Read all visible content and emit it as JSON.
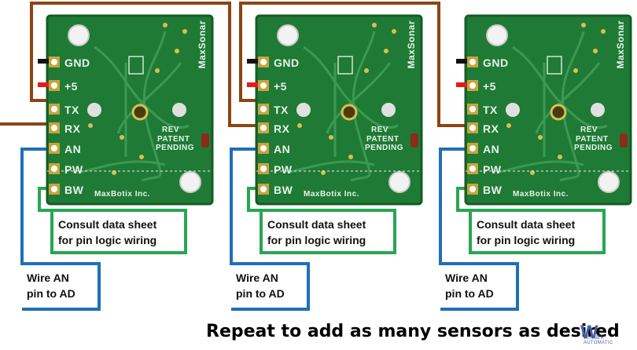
{
  "sensors": [
    {
      "pins": [
        "GND",
        "+5",
        "TX",
        "RX",
        "AN",
        "PW",
        "BW"
      ],
      "brand_vertical": "MaxSonar",
      "revision": "REV",
      "patent_line1": "PATENT",
      "patent_line2": "PENDING",
      "brand_bottom": "MaxBotix Inc.",
      "logic_note_line1": "Consult data sheet",
      "logic_note_line2": "for pin logic wiring",
      "an_note_line1": "Wire AN",
      "an_note_line2": "pin to AD"
    },
    {
      "pins": [
        "GND",
        "+5",
        "TX",
        "RX",
        "AN",
        "PW",
        "BW"
      ],
      "brand_vertical": "MaxSonar",
      "revision": "REV",
      "patent_line1": "PATENT",
      "patent_line2": "PENDING",
      "brand_bottom": "MaxBotix Inc.",
      "logic_note_line1": "Consult data sheet",
      "logic_note_line2": "for pin logic wiring",
      "an_note_line1": "Wire AN",
      "an_note_line2": "pin to AD"
    },
    {
      "pins": [
        "GND",
        "+5",
        "TX",
        "RX",
        "AN",
        "PW",
        "BW"
      ],
      "brand_vertical": "MaxSonar",
      "revision": "REV",
      "patent_line1": "PATENT",
      "patent_line2": "PENDING",
      "brand_bottom": "MaxBotix Inc.",
      "logic_note_line1": "Consult data sheet",
      "logic_note_line2": "for pin logic wiring",
      "an_note_line1": "Wire AN",
      "an_note_line2": "pin to AD"
    }
  ],
  "footer_text": "Repeat to add as many sensors as desired",
  "watermark_logo": "W",
  "watermark_logo_sub": "WINNER AUTOMATIC",
  "colors": {
    "pcb": "#1f7a35",
    "pcb_dark": "#145c27",
    "trace": "#3b9a52",
    "brown_wire": "#8b4513",
    "blue_wire": "#1f6fb8",
    "green_box": "#27a653",
    "red_wire": "#e51b1b",
    "black_wire": "#111111"
  }
}
